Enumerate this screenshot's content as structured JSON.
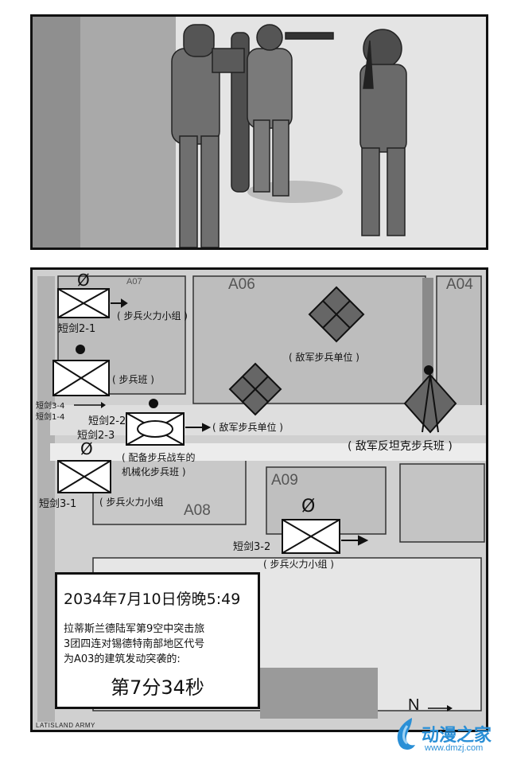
{
  "map": {
    "zones": {
      "a07": "A07",
      "a06": "A06",
      "a04": "A04",
      "a09": "A09",
      "a08": "A08"
    },
    "units": {
      "sword21": "短剑2-1",
      "sword34": "短剑3-4",
      "sword14": "短剑1-4",
      "sword22": "短剑2-2",
      "sword23": "短剑2-3",
      "sword31": "短剑3-1",
      "sword32": "短剑3-2"
    },
    "labels": {
      "fire_team_1": "( 步兵火力小组 )",
      "infantry_squad": "( 步兵班 )",
      "enemy_infantry_1": "( 敌军步兵单位 )",
      "enemy_infantry_2": "( 敌军步兵单位 )",
      "enemy_at_squad": "( 敌军反坦克步兵班 )",
      "mech_line1": "( 配备步兵战车的",
      "mech_line2": "机械化步兵班 )",
      "fire_team_2": "( 步兵火力小组",
      "fire_team_3": "( 步兵火力小组 )"
    },
    "null_symbol": "Ø",
    "north": "N",
    "credit": "LATISLAND ARMY"
  },
  "info": {
    "date": "2034年7月10日傍晚5:49",
    "desc_line1": "拉蒂斯兰德陆军第9空中突击旅",
    "desc_line2": "3团四连对锡德特南部地区代号",
    "desc_line3": "为A03的建筑发动突袭的:",
    "time": "第7分34秒"
  },
  "watermark": {
    "name": "动漫之家",
    "url": "www.dmzj.com"
  }
}
